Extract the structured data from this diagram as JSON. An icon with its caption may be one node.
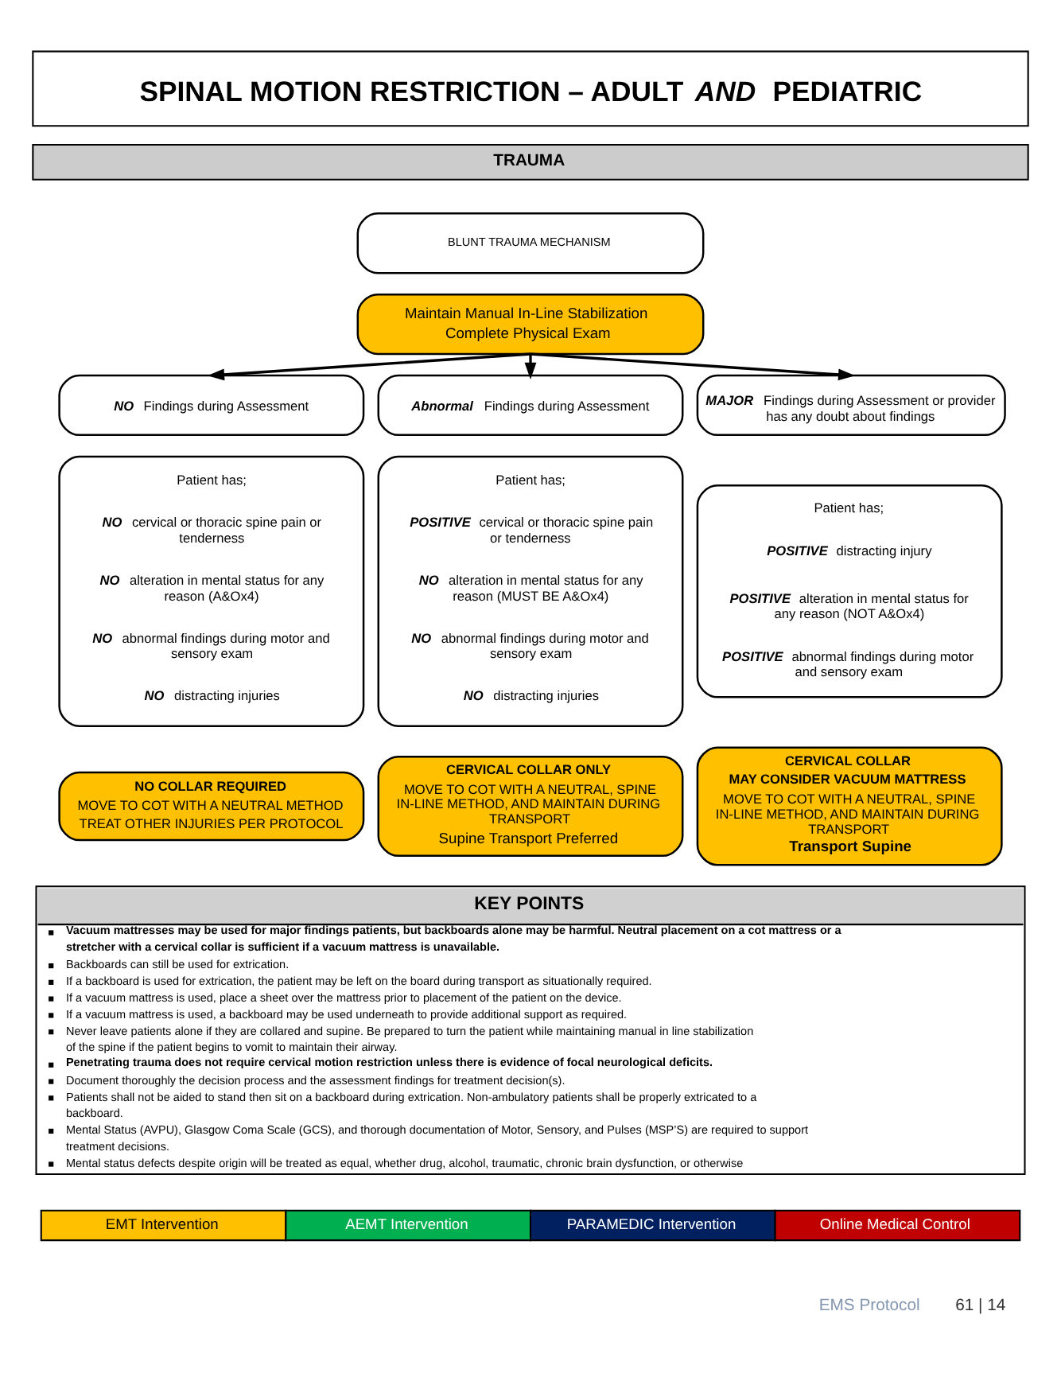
{
  "diagram": {
    "title": "SPINAL MOTION RESTRICTION – ADULT *AND* PEDIATRIC",
    "nodes": [
      {
        "text": [
          "BLUNT TRAUMA MECHANISM"
        ]
      },
      {
        "text": [
          "Maintain Manual In-Line Stabilization",
          "Complete Physical Exam"
        ]
      },
      {
        "text": [
          "**NO** Findings during Assessment"
        ]
      },
      {
        "text": [
          "Patient has;",
          "**NO** cervical or thoracic spine pain or tenderness",
          "**NO** alteration in mental status for any reason (A&Ox4)",
          "**NO** abnormal findings during motor and sensory exam",
          "**NO** distracting injuries"
        ]
      },
      {
        "text": [
          "NO COLLAR REQUIRED",
          "MOVE TO COT WITH A NEUTRAL METHOD",
          "TREAT OTHER INJURIES PER PROTOCOL"
        ]
      },
      {
        "text": [
          "**Abnormal** Findings during Assessment"
        ]
      },
      {
        "text": [
          "Patient has;",
          "**POSITIVE** cervical or thoracic spine pain or tenderness",
          "**NO** alteration in mental status for any reason (MUST BE A&Ox4)",
          "**NO** abnormal findings during motor and sensory exam",
          "**NO** distracting injuries"
        ]
      },
      {
        "text": [
          "CERVICAL COLLAR ONLY",
          "MOVE TO COT WITH A NEUTRAL, SPINE IN-LINE METHOD, AND MAINTAIN DURING TRANSPORT",
          "Supine Transport Preferred"
        ]
      },
      {
        "text": [
          "**MAJOR** Findings during Assessment or provider has any doubt about findings"
        ]
      },
      {
        "text": [
          "Patient has;",
          "**POSITIVE** distracting injury",
          "**POSITIVE** alteration in mental status for any reason (NOT A&Ox4)",
          "**POSITIVE** abnormal findings during motor and sensory exam"
        ]
      },
      {
        "text": [
          "CERVICAL COLLAR",
          "MAY CONSIDER VACUUM MATTRESS",
          "MOVE TO COT WITH A NEUTRAL, SPINE IN-LINE METHOD, AND MAINTAIN DURING TRANSPORT",
          "Transport Supine"
        ]
      },
      {
        "text": [
          "KEY POINTS",
          "Vacuum mattresses may be used for major findings patients, but backboards alone may be harmful. Neutral placement on a cot mattress or a stretcher with a cervical collar is sufficient if a vacuum mattress is unavailable.",
          "Backboards can still be used for extrication.",
          "If a backboard is used for extrication, the patient may be left on the board during transport as situationally required.",
          "If a vacuum mattress is used, place a sheet over the mattress prior to placement of the patient on the device.",
          "If a vacuum mattress is used, a backboard may be used underneath to provide additional support as required.",
          "Never leave patients alone if they are collared and supine. Be prepared to turn the patient while maintaining manual in line stabilization of the spine if the patient begins to vomit to maintain their airway.",
          "Penetrating trauma does not require cervical motion restriction unless there is evidence of focal neurological deficits.",
          "Document thoroughly the decision process and the assessment findings for treatment decision(s).",
          "Patients shall not be aided to stand then sit on a backboard during extrication. Non-ambulatory patients shall be properly extricated to a backboard.",
          "Mental Status (AVPU), Glasgow Coma Scale (GCS), and thorough documentation of Motor, Sensory, and Pulses (MSP’S) are required to support treatment decisions.",
          "Mental status defects despite origin will be treated as equal, whether drug, alcohol, traumatic, chronic brain dysfunction, or otherwise"
        ]
      }
    ],
    "edges": [
      {
        "from": 1,
        "to": 2,
        "arrow": "to"
      },
      {
        "from": 1,
        "to": 5,
        "arrow": "to"
      },
      {
        "from": 1,
        "to": 8,
        "arrow": "to"
      }
    ],
    "labels": [
      "TRAUMA",
      "EMS Protocol",
      "61 | 14"
    ],
    "legend": [
      {
        "text": "EMT Intervention",
        "color": "#ffc000"
      },
      {
        "text": "AEMT Intervention",
        "color": "#00b050"
      },
      {
        "text": "PARAMEDIC Intervention",
        "color": "#002060"
      },
      {
        "text": "Online Medical Control",
        "color": "#c00000"
      }
    ]
  }
}
